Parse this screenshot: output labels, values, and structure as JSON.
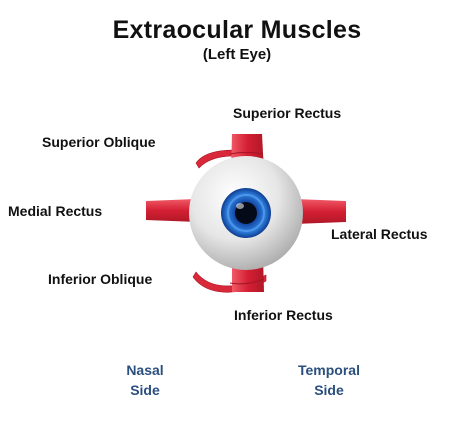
{
  "title": "Extraocular Muscles",
  "subtitle": "(Left Eye)",
  "labels": {
    "superior_rectus": "Superior Rectus",
    "superior_oblique": "Superior Oblique",
    "medial_rectus": "Medial Rectus",
    "lateral_rectus": "Lateral Rectus",
    "inferior_oblique": "Inferior Oblique",
    "inferior_rectus": "Inferior Rectus"
  },
  "sides": {
    "nasal_line1": "Nasal",
    "nasal_line2": "Side",
    "temporal_line1": "Temporal",
    "temporal_line2": "Side"
  },
  "colors": {
    "muscle": "#d8283a",
    "iris": "#1f6fd0",
    "side_text": "#2b4f7e"
  }
}
